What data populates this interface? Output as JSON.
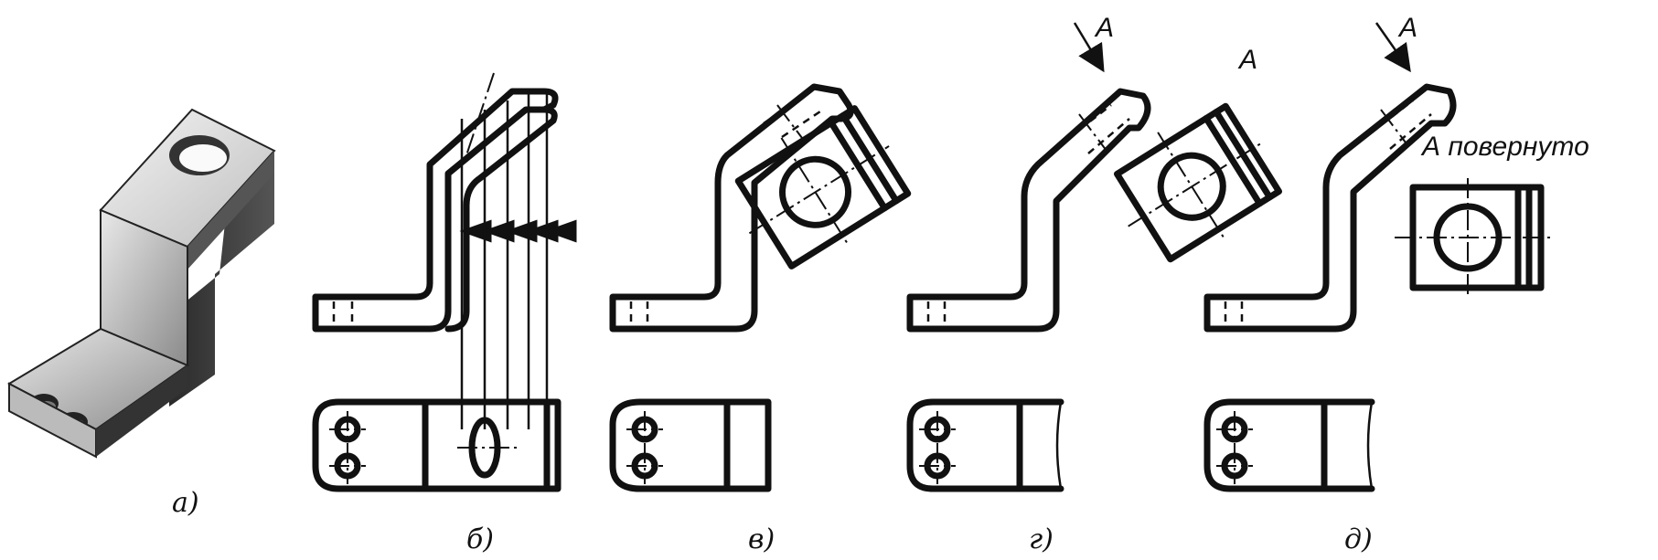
{
  "figure": {
    "panels": [
      {
        "id": "a",
        "label": "а)"
      },
      {
        "id": "b",
        "label": "б)"
      },
      {
        "id": "v",
        "label": "в)"
      },
      {
        "id": "g",
        "label": "г)"
      },
      {
        "id": "d",
        "label": "д)"
      }
    ],
    "annotations": {
      "arrow_label": "А",
      "view_label": "А",
      "rotated_label": "А повернуто"
    }
  }
}
